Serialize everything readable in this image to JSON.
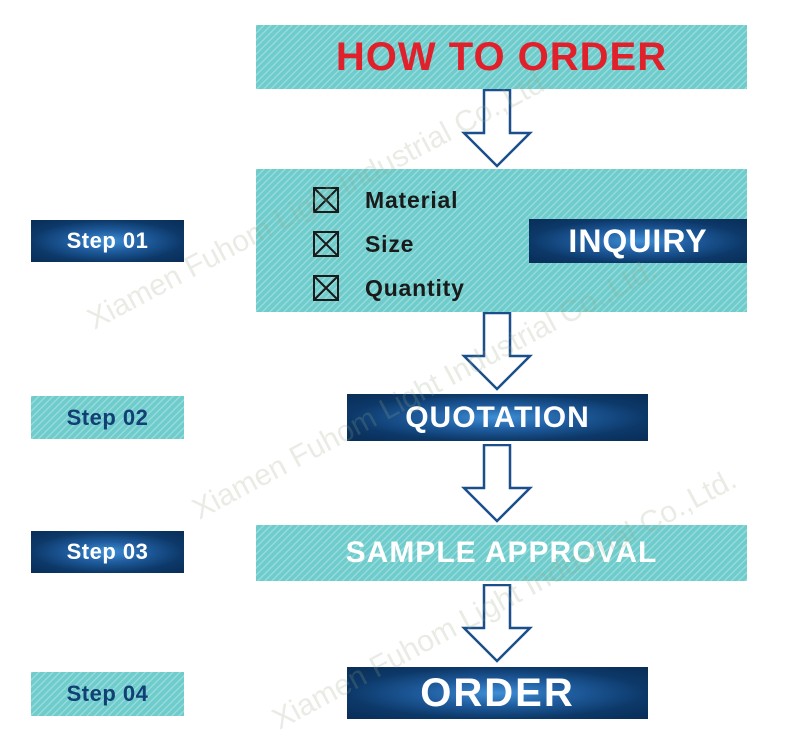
{
  "title": "HOW TO ORDER",
  "steps": [
    {
      "label": "Step 01",
      "stage": "INQUIRY",
      "items": [
        "Material",
        "Size",
        "Quantity"
      ]
    },
    {
      "label": "Step 02",
      "stage": "QUOTATION"
    },
    {
      "label": "Step 03",
      "stage": "SAMPLE APPROVAL"
    },
    {
      "label": "Step 04",
      "stage": "ORDER"
    }
  ],
  "watermark": "Xiamen Fuhom Light Industrial Co.,Ltd.",
  "icons": {
    "checkbox": "crossed-checkbox-icon",
    "arrow": "arrow-down-icon"
  },
  "colors": {
    "title_red": "#e0202a",
    "teal": "#6fcccc",
    "navy": "#0c3868",
    "step_text": "#123f74"
  }
}
